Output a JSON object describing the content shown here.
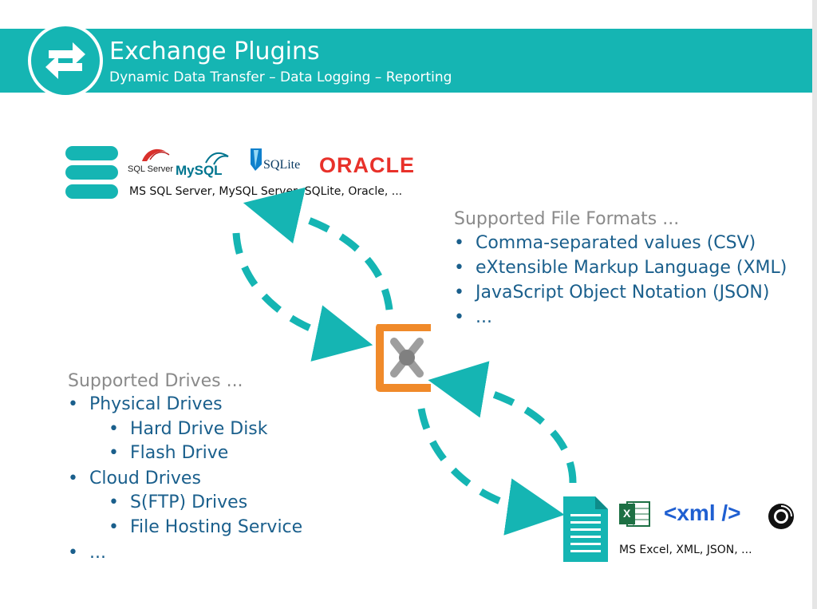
{
  "header": {
    "title": "Exchange Plugins",
    "subtitle": "Dynamic Data Transfer – Data Logging – Reporting",
    "icon": "swap-arrows-icon",
    "color": "#15b5b3"
  },
  "databases": {
    "icon": "database-icon",
    "logos": [
      "SQL Server",
      "MySQL",
      "SQLite",
      "ORACLE"
    ],
    "caption": "MS SQL Server, MySQL Server, SQLite, Oracle, ..."
  },
  "file_formats": {
    "heading": "Supported File Formats ...",
    "items": [
      "Comma-separated values (CSV)",
      "eXtensible Markup Language (XML)",
      "JavaScript Object Notation (JSON)",
      "..."
    ]
  },
  "drives": {
    "heading": "Supported Drives ...",
    "items": [
      {
        "label": "Physical Drives",
        "level": 0
      },
      {
        "label": "Hard Drive Disk",
        "level": 1
      },
      {
        "label": "Flash Drive",
        "level": 1
      },
      {
        "label": "Cloud Drives",
        "level": 0
      },
      {
        "label": "S(FTP) Drives",
        "level": 1
      },
      {
        "label": "File Hosting Service",
        "level": 1
      },
      {
        "label": "...",
        "level": 0
      }
    ]
  },
  "files": {
    "icon": "document-icon",
    "excel_label": "X",
    "xml_label": "<xml />",
    "caption": "MS Excel, XML, JSON, ..."
  },
  "hub": {
    "icon": "exchange-hub-icon",
    "color": "#f08a2a"
  },
  "colors": {
    "accent": "#15b5b3",
    "list_text": "#1a5f8c",
    "heading_text": "#8a8a8a",
    "oracle_red": "#e8312a",
    "mysql_blue": "#00758f",
    "xml_blue": "#1f5fd1",
    "xml_red": "#e0262b",
    "excel_green": "#1d7044"
  }
}
